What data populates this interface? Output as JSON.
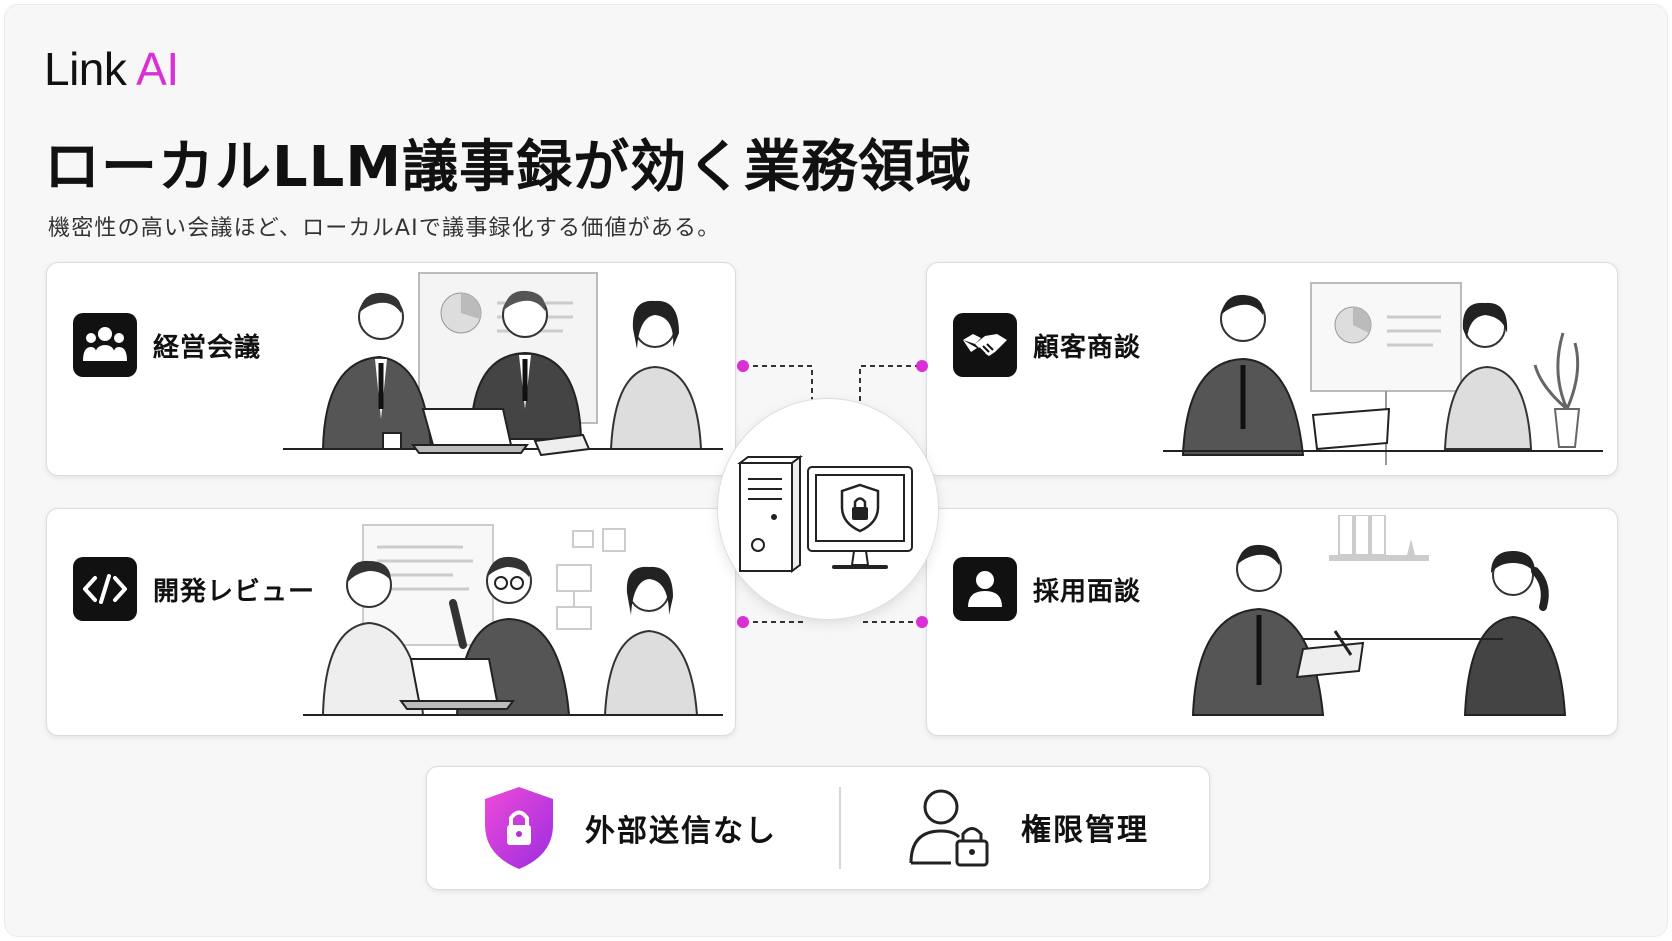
{
  "logo": {
    "brand": "Link",
    "accent": "AI"
  },
  "title": "ローカルLLM議事録が効く業務領域",
  "subtitle": "機密性の高い会議ほど、ローカルAIで議事録化する価値がある。",
  "cards": [
    {
      "label": "経営会議",
      "icon": "people-group-icon"
    },
    {
      "label": "顧客商談",
      "icon": "handshake-icon"
    },
    {
      "label": "開発レビュー",
      "icon": "code-icon"
    },
    {
      "label": "採用面談",
      "icon": "person-icon"
    }
  ],
  "hub": {
    "icons": [
      "server-tower-icon",
      "monitor-shield-lock-icon"
    ]
  },
  "badges": [
    {
      "label": "外部送信なし",
      "icon": "shield-lock-icon"
    },
    {
      "label": "権限管理",
      "icon": "user-lock-icon"
    }
  ],
  "colors": {
    "accent": "#d82fd6",
    "icon_bg": "#111111",
    "card_border": "#dcdce0"
  }
}
